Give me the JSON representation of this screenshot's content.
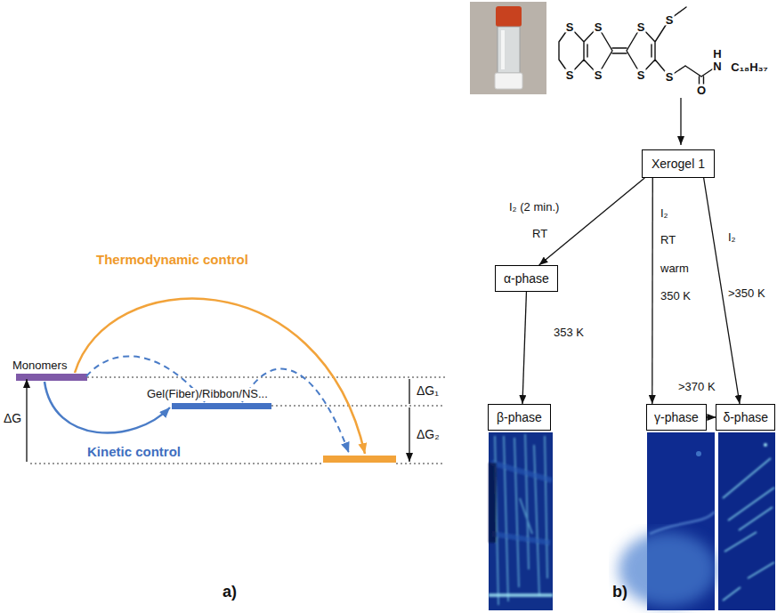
{
  "diagram": {
    "nodes": [
      {
        "text": [
          "Xerogel 1"
        ]
      },
      {
        "text": [
          "α-phase"
        ]
      },
      {
        "text": [
          "β-phase"
        ]
      },
      {
        "text": [
          "γ-phase"
        ]
      },
      {
        "text": [
          "δ-phase"
        ]
      }
    ],
    "edges": [
      {
        "from": 0,
        "to": 1,
        "arrow": "to"
      },
      {
        "from": 1,
        "to": 2,
        "arrow": "to"
      },
      {
        "from": 0,
        "to": 3,
        "arrow": "to"
      },
      {
        "from": 3,
        "to": 4,
        "arrow": "to"
      },
      {
        "from": 0,
        "to": 4,
        "arrow": "to"
      }
    ],
    "labels": [
      "Monomers",
      "Gel(Fiber)/Ribbon/NS...",
      "Thermodynamic control",
      "Kinetic control",
      "ΔG",
      "ΔG₁",
      "ΔG₂",
      "a)",
      "b)",
      "S",
      "S",
      "S",
      "S",
      "S",
      "S",
      "S",
      "S",
      "H",
      "N",
      "O",
      "C₁₈H₃₇",
      "I₂ (2 min.)",
      "RT",
      "353 K",
      "I₂",
      "RT",
      "warm",
      "350 K",
      ">370 K",
      "I₂",
      ">350 K"
    ]
  }
}
